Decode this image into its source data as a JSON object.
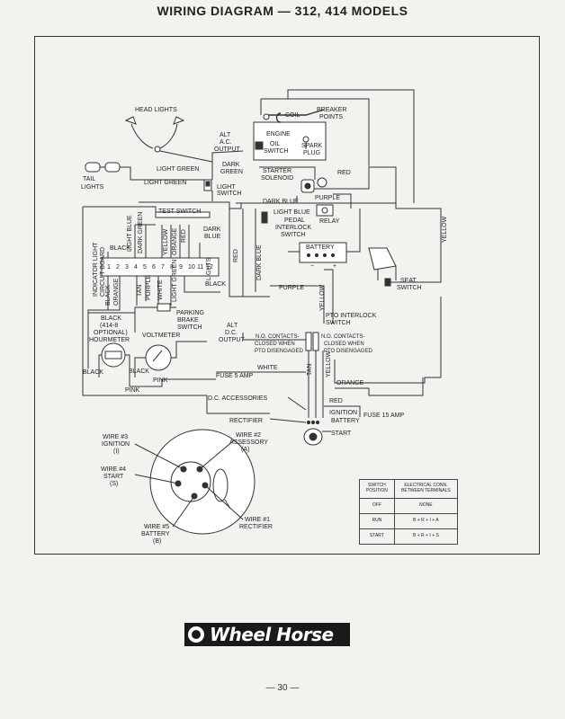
{
  "page": {
    "title": "WIRING DIAGRAM — 312, 414 MODELS",
    "page_number": "— 30 —"
  },
  "brand": {
    "name": "Wheel Horse",
    "emblem": "wheel-horse-emblem-icon"
  },
  "labels": {
    "head_lights": "HEAD LIGHTS",
    "tail_lights": "TAIL LIGHTS",
    "light_green_1": "LIGHT GREEN",
    "light_green_2": "LIGHT GREEN",
    "alt_ac_output": "ALT A.C. OUTPUT",
    "dark_green": "DARK GREEN",
    "light_switch": "LIGHT SWITCH",
    "coil": "COIL",
    "breaker_points": "BREAKER POINTS",
    "engine": "ENGINE",
    "oil_switch": "OIL SWITCH",
    "spark_plug": "SPARK PLUG",
    "starter": "STARTER",
    "solenoid": "SOLENOID",
    "red_top": "RED",
    "dark_blue_top": "DARK BLUE",
    "purple_top": "PURPLE",
    "test_switch": "TEST SWITCH",
    "light_blue": "LIGHT BLUE",
    "relay": "RELAY",
    "pedal_interlock_switch": "PEDAL INTERLOCK SWITCH",
    "battery": "BATTERY",
    "yellow_right": "YELLOW",
    "seat_switch": "SEAT SWITCH",
    "indicator_light_board": "INDICATOR LIGHT CIRCUIT BOARD",
    "black_1": "BLACK",
    "light_blue_v": "LIGHT BLUE",
    "dark_green_v": "DARK GREEN",
    "yellow_v": "YELLOW",
    "orange_v": "ORANGE",
    "red_v": "RED",
    "dark_blue_v": "DARK BLUE",
    "lights": "LIGHTS",
    "red_mid": "RED",
    "dark_blue_mid": "DARK BLUE",
    "terminal_numbers": [
      "1",
      "2",
      "3",
      "4",
      "5",
      "6",
      "7",
      "8",
      "9",
      "10",
      "11",
      "12"
    ],
    "black_l": "BLACK",
    "orange_l": "ORANGE",
    "tan_l": "TAN",
    "purple_l": "PURPLE",
    "white_l": "WHITE",
    "light_green_l": "LIGHT GREEN",
    "black_r": "BLACK",
    "purple_mid": "PURPLE",
    "yellow_mid": "YELLOW",
    "black_hourmeter": "BLACK (414-8 OPTIONAL) HOURMETER",
    "parking_brake_switch": "PARKING BRAKE SWITCH",
    "voltmeter": "VOLTMETER",
    "alt_dc_output": "ALT D.C. OUTPUT",
    "no_contacts_1": "N.O. CONTACTS - CLOSED WHEN PTO DISENGAGED",
    "pto_interlock_switch": "PTO INTERLOCK SWITCH",
    "no_contacts_2": "N.O. CONTACTS - CLOSED WHEN PTO DISENGAGED",
    "black_a": "BLACK",
    "black_b": "BLACK",
    "pink_a": "PINK",
    "pink_b": "PINK",
    "white_mid": "WHITE",
    "tan_mid": "TAN",
    "yellow_low": "YELLOW",
    "fuse_5_amp": "FUSE 5 AMP",
    "orange_low": "ORANGE",
    "dc_accessories": "D.C. ACCESSORIES",
    "red_low": "RED",
    "fuse_15_amp": "FUSE 15 AMP",
    "ignition_battery": "IGNITION BATTERY",
    "rectifier": "RECTIFIER",
    "start": "START",
    "wire_3": "WIRE #3 IGNITION (I)",
    "wire_2": "WIRE #2 ASSESSORY (A)",
    "wire_4": "WIRE #4 START (S)",
    "wire_5": "WIRE #5 BATTERY (B)",
    "wire_1": "WIRE #1 RECTIFIER"
  },
  "switch_table": {
    "headers": [
      "SWITCH POSITION",
      "ELECTRICAL CONN. BETWEEN TERMINALS"
    ],
    "rows": [
      [
        "OFF",
        "NONE"
      ],
      [
        "RUN",
        "B + R + I + A"
      ],
      [
        "START",
        "B + R + I + S"
      ]
    ]
  }
}
